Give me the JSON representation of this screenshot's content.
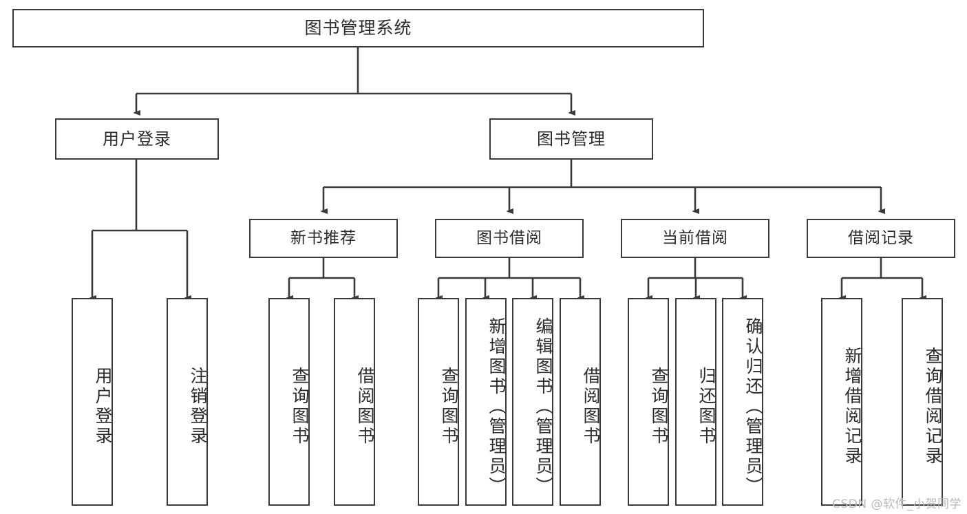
{
  "diagram": {
    "title": "图书管理系统",
    "type": "tree-hierarchy-diagram",
    "colors": {
      "background": "#ffffff",
      "box_border": "#3a3a3a",
      "box_fill": "#ffffff",
      "text": "#2b2b2b",
      "connector": "#3a3a3a",
      "watermark": "#b9b9b9"
    },
    "root": {
      "label": "图书管理系统"
    },
    "level2": [
      {
        "label": "用户登录"
      },
      {
        "label": "图书管理"
      }
    ],
    "level3": [
      {
        "label": "新书推荐"
      },
      {
        "label": "图书借阅"
      },
      {
        "label": "当前借阅"
      },
      {
        "label": "借阅记录"
      }
    ],
    "leaves": {
      "user_login": [
        {
          "label": "用户登录"
        },
        {
          "label": "注销登录"
        }
      ],
      "new_book_recommend": [
        {
          "label": "查询图书"
        },
        {
          "label": "借阅图书"
        }
      ],
      "book_borrow": [
        {
          "label": "查询图书"
        },
        {
          "label": "新增图书（管理员）"
        },
        {
          "label": "编辑图书（管理员）"
        },
        {
          "label": "借阅图书"
        }
      ],
      "current_borrow": [
        {
          "label": "查询图书"
        },
        {
          "label": "归还图书"
        },
        {
          "label": "确认归还（管理员）"
        }
      ],
      "borrow_record": [
        {
          "label": "新增借阅记录"
        },
        {
          "label": "查询借阅记录"
        }
      ]
    },
    "watermark": "CSDN @软件_小贺同学"
  }
}
